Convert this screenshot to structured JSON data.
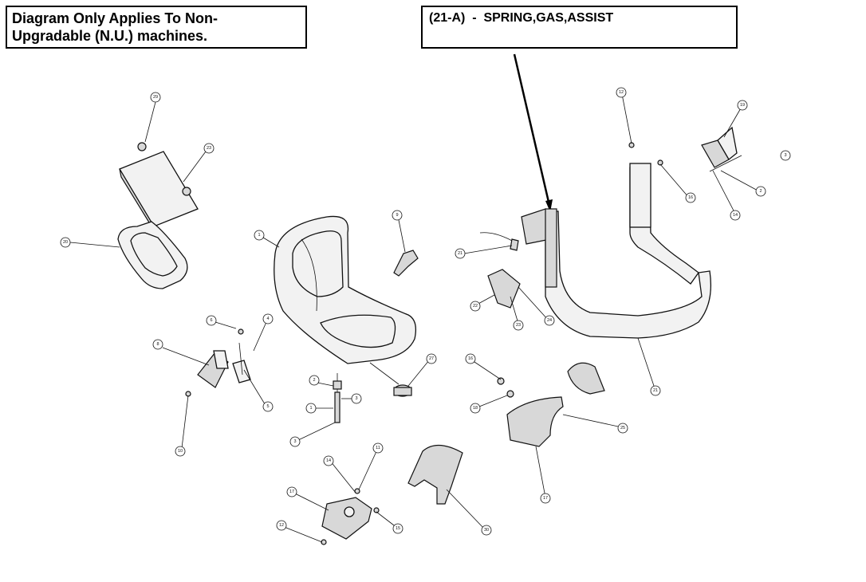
{
  "note": {
    "line1": "Diagram Only Applies To Non-",
    "line2": "Upgradable (N.U.) machines."
  },
  "callout": {
    "label": "(21-A)  -  SPRING,GAS,ASSIST"
  },
  "part_labels": [
    "29",
    "23",
    "20",
    "1",
    "9",
    "6",
    "4",
    "8",
    "5",
    "10",
    "2",
    "3",
    "1",
    "3",
    "27",
    "21",
    "12",
    "16",
    "19",
    "2",
    "14",
    "3",
    "22",
    "23",
    "24",
    "21",
    "16",
    "18",
    "25",
    "17",
    "11",
    "14",
    "17",
    "12",
    "15",
    "30"
  ]
}
